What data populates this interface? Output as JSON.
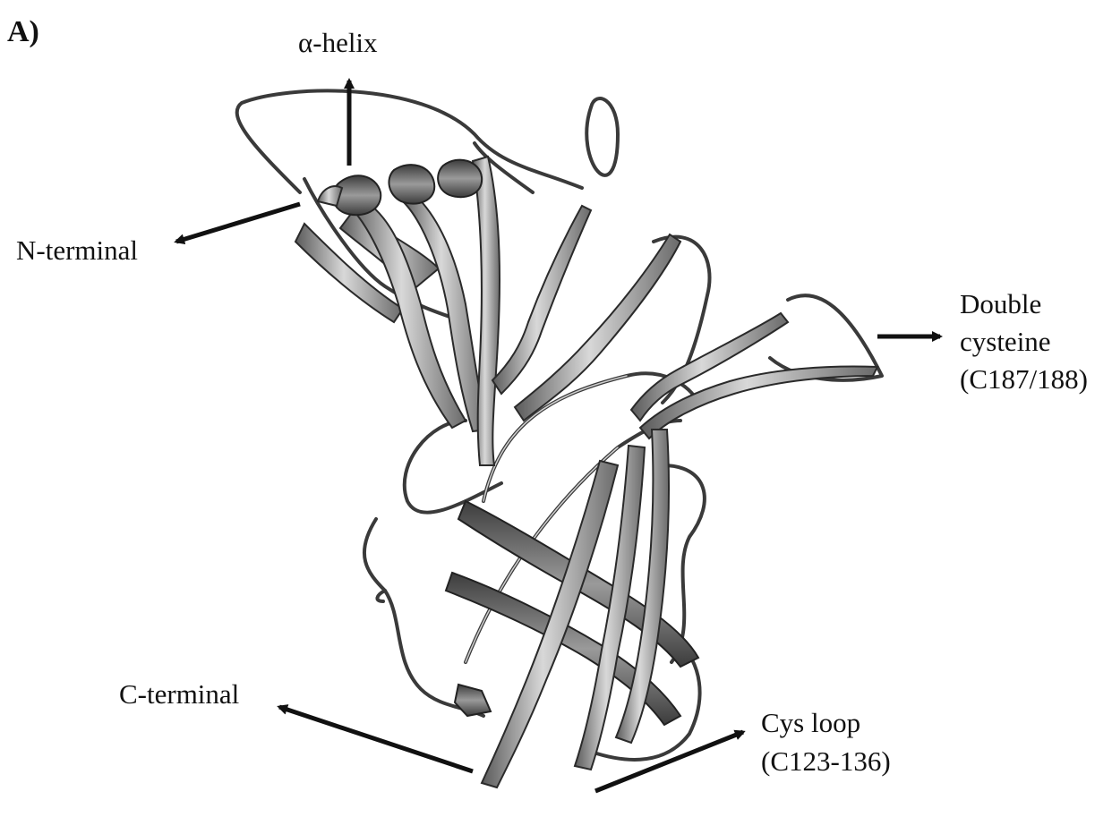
{
  "panel_label": "A)",
  "labels": {
    "alpha_helix": "α-helix",
    "n_terminal": "N-terminal",
    "double_cysteine_line1": "Double",
    "double_cysteine_line2": "cysteine",
    "double_cysteine_line3": "(C187/188)",
    "c_terminal": "C-terminal",
    "cys_loop_line1": "Cys loop",
    "cys_loop_line2": "(C123-136)"
  },
  "colors": {
    "ribbon_light": "#e8e8e8",
    "ribbon_dark": "#555555",
    "outline": "#2a2a2a"
  }
}
